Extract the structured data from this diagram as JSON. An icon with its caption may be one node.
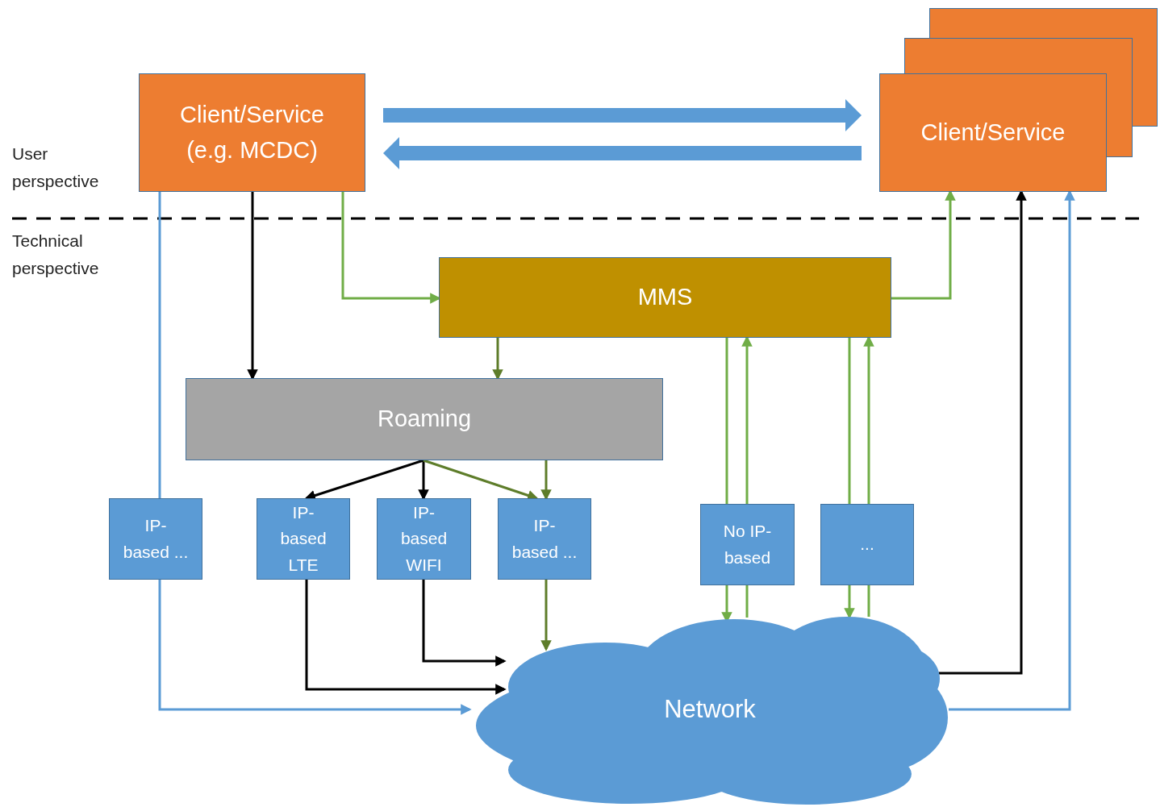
{
  "diagram": {
    "nodes": [
      {
        "text": [
          "Client/Service (e.g. MCDC)"
        ]
      },
      {
        "text": [
          "Client/Service"
        ]
      },
      {
        "text": [
          "MMS"
        ]
      },
      {
        "text": [
          "Roaming"
        ]
      },
      {
        "text": [
          "IP- based ..."
        ]
      },
      {
        "text": [
          "IP- based LTE"
        ]
      },
      {
        "text": [
          "IP- based WIFI"
        ]
      },
      {
        "text": [
          "IP- based ..."
        ]
      },
      {
        "text": [
          "No IP- based"
        ]
      },
      {
        "text": [
          "..."
        ]
      },
      {
        "text": [
          "Network"
        ]
      }
    ],
    "edges": [
      {
        "from": 0,
        "to": 1,
        "arrow": "to",
        "style": "thick",
        "color": "#5b9bd5"
      },
      {
        "from": 1,
        "to": 0,
        "arrow": "to",
        "style": "thick",
        "color": "#5b9bd5"
      },
      {
        "from": 0,
        "to": 3,
        "arrow": "to",
        "color": "#000000"
      },
      {
        "from": 0,
        "to": 2,
        "arrow": "to"
      },
      {
        "from": 2,
        "to": 1,
        "arrow": "to"
      },
      {
        "from": 2,
        "to": 3,
        "arrow": "to",
        "color": "#5e7d2a"
      },
      {
        "from": 3,
        "to": 5,
        "arrow": "to",
        "color": "#000000"
      },
      {
        "from": 3,
        "to": 6,
        "arrow": "to",
        "color": "#000000"
      },
      {
        "from": 3,
        "to": 7,
        "arrow": "to",
        "color": "#5e7d2a"
      },
      {
        "from": 3,
        "to": 7,
        "arrow": "to",
        "color": "#5e7d2a"
      },
      {
        "from": 0,
        "to": 4,
        "arrow": "none",
        "color": "#5b9bd5"
      },
      {
        "from": 4,
        "to": 10,
        "arrow": "to",
        "color": "#5b9bd5"
      },
      {
        "from": 5,
        "to": 10,
        "arrow": "to",
        "color": "#000000"
      },
      {
        "from": 6,
        "to": 10,
        "arrow": "to",
        "color": "#000000"
      },
      {
        "from": 7,
        "to": 10,
        "arrow": "to",
        "color": "#5e7d2a"
      },
      {
        "from": 2,
        "to": 8,
        "arrow": "none"
      },
      {
        "from": 8,
        "to": 10,
        "arrow": "to"
      },
      {
        "from": 10,
        "to": 8,
        "arrow": "none"
      },
      {
        "from": 8,
        "to": 2,
        "arrow": "to"
      },
      {
        "from": 2,
        "to": 9,
        "arrow": "none"
      },
      {
        "from": 9,
        "to": 10,
        "arrow": "to"
      },
      {
        "from": 10,
        "to": 9,
        "arrow": "none"
      },
      {
        "from": 9,
        "to": 2,
        "arrow": "to"
      },
      {
        "from": 10,
        "to": 1,
        "arrow": "to",
        "color": "#000000"
      },
      {
        "from": 10,
        "to": 1,
        "arrow": "to",
        "color": "#5b9bd5"
      }
    ],
    "labels": [
      "User perspective",
      "Technical perspective"
    ]
  }
}
